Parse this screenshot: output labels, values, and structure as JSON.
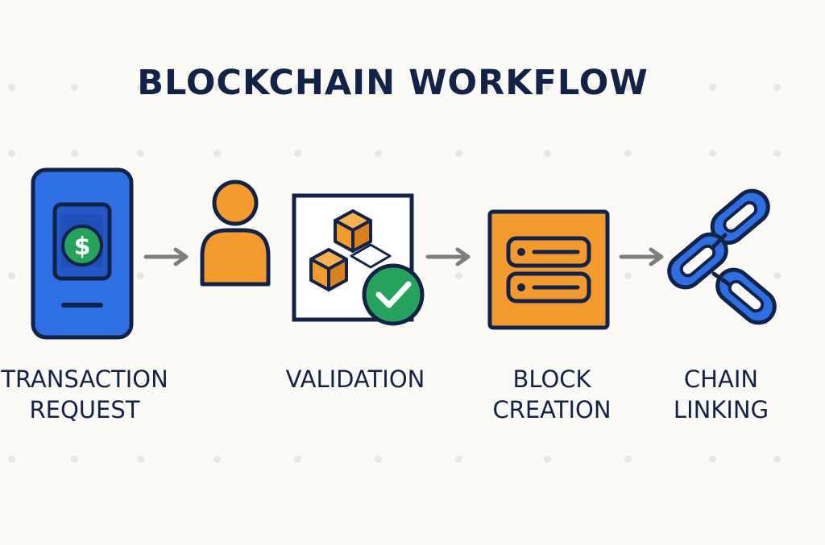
{
  "title": "BLOCKCHAIN WORKFLOW",
  "colors": {
    "navy": "#132348",
    "blue": "#2f6fe4",
    "orange": "#f29a2e",
    "green": "#25a35c",
    "arrow": "#7b817f"
  },
  "steps": [
    {
      "icon": "phone-dollar-icon",
      "label_lines": [
        "TRANSACTION",
        "REQUEST"
      ]
    },
    {
      "icon": "user-icon",
      "label_lines": []
    },
    {
      "icon": "cubes-check-icon",
      "label_lines": [
        "VALIDATION"
      ]
    },
    {
      "icon": "server-block-icon",
      "label_lines": [
        "BLOCK",
        "CREATION"
      ]
    },
    {
      "icon": "chain-link-icon",
      "label_lines": [
        "CHAIN",
        "LINKING"
      ]
    }
  ]
}
